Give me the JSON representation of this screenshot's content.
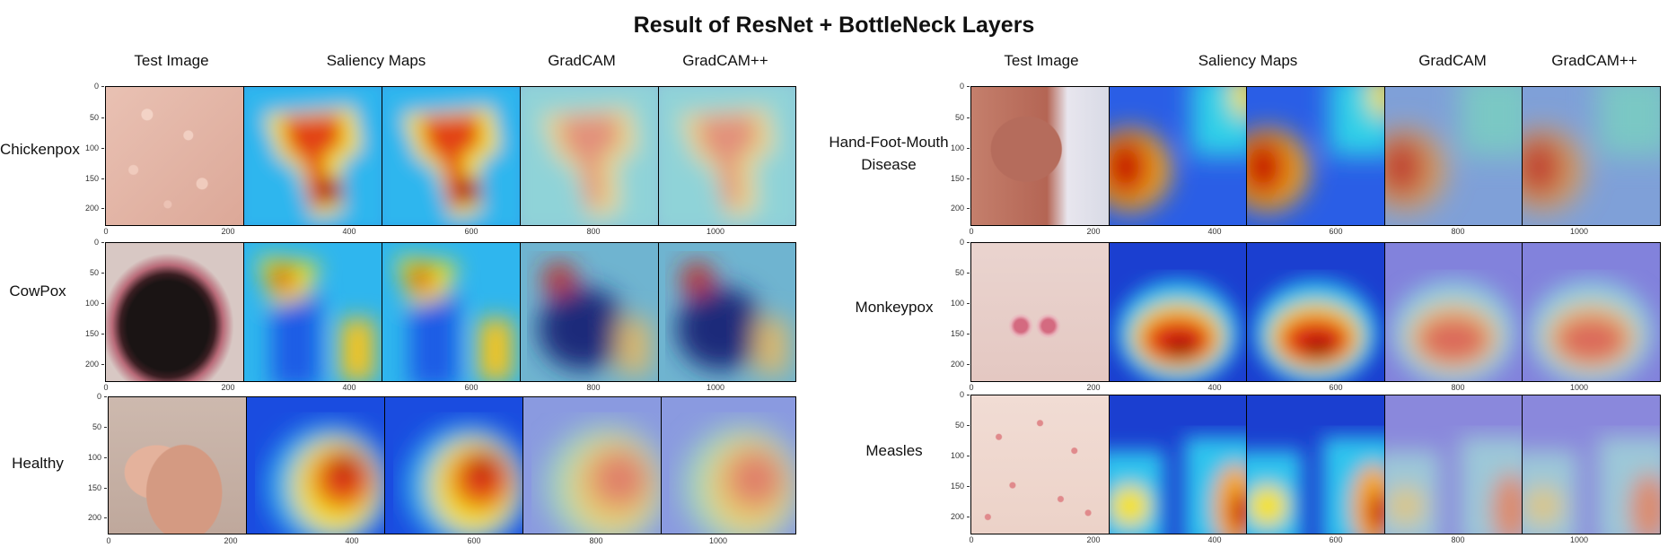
{
  "title": "Result of ResNet + BottleNeck Layers",
  "column_headers": [
    "Test Image",
    "Saliency Maps",
    "GradCAM",
    "GradCAM++"
  ],
  "y_ticks": [
    "0",
    "50",
    "100",
    "150",
    "200"
  ],
  "x_ticks": [
    "0",
    "200",
    "400",
    "600",
    "800",
    "1000"
  ],
  "left_panel": {
    "rows": [
      {
        "label": "Chickenpox"
      },
      {
        "label": "CowPox"
      },
      {
        "label": "Healthy"
      }
    ]
  },
  "right_panel": {
    "rows": [
      {
        "label_line1": "Hand-Foot-Mouth",
        "label_line2": "Disease"
      },
      {
        "label": "Monkeypox"
      },
      {
        "label": "Measles"
      }
    ]
  }
}
